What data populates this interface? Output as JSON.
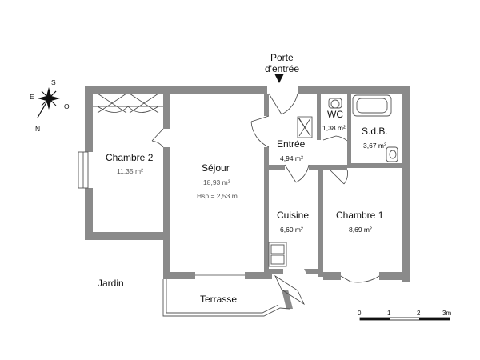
{
  "entrance": {
    "line1": "Porte",
    "line2": "d'entrée"
  },
  "compass": {
    "s": "S",
    "e": "E",
    "o": "O",
    "n": "N"
  },
  "rooms": {
    "chambre2": {
      "name": "Chambre 2",
      "area": "11,35 m²"
    },
    "sejour": {
      "name": "Séjour",
      "area": "18,93 m²",
      "height": "Hsp = 2,53 m"
    },
    "wc": {
      "name": "WC",
      "area": "1,38 m²"
    },
    "sdb": {
      "name": "S.d.B.",
      "area": "3,67 m²"
    },
    "entree": {
      "name": "Entrée",
      "area": "4,94 m²"
    },
    "cuisine": {
      "name": "Cuisine",
      "area": "6,60 m²"
    },
    "chambre1": {
      "name": "Chambre 1",
      "area": "8,69 m²"
    }
  },
  "outside": {
    "jardin": "Jardin",
    "terrasse": "Terrasse"
  },
  "scale": {
    "ticks": [
      "0",
      "1",
      "2",
      "3m"
    ]
  }
}
